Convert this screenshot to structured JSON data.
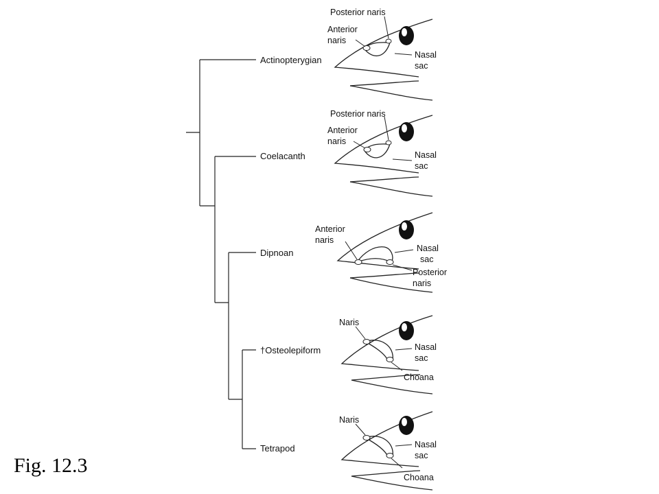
{
  "figure": {
    "caption": "Fig. 12.3",
    "taxa": [
      "Actinopterygian",
      "Coelacanth",
      "Dipnoan",
      "†Osteolepiform",
      "Tetrapod"
    ],
    "panels": [
      {
        "labels": [
          "Posterior naris",
          "Anterior",
          "naris",
          "Nasal",
          "sac"
        ]
      },
      {
        "labels": [
          "Posterior naris",
          "Anterior",
          "naris",
          "Nasal",
          "sac"
        ]
      },
      {
        "labels": [
          "Anterior",
          "naris",
          "Nasal",
          "sac",
          "Posterior",
          "naris"
        ]
      },
      {
        "labels": [
          "Naris",
          "Nasal",
          "sac",
          "Choana"
        ]
      },
      {
        "labels": [
          "Naris",
          "Nasal",
          "sac",
          "Choana"
        ]
      }
    ]
  }
}
